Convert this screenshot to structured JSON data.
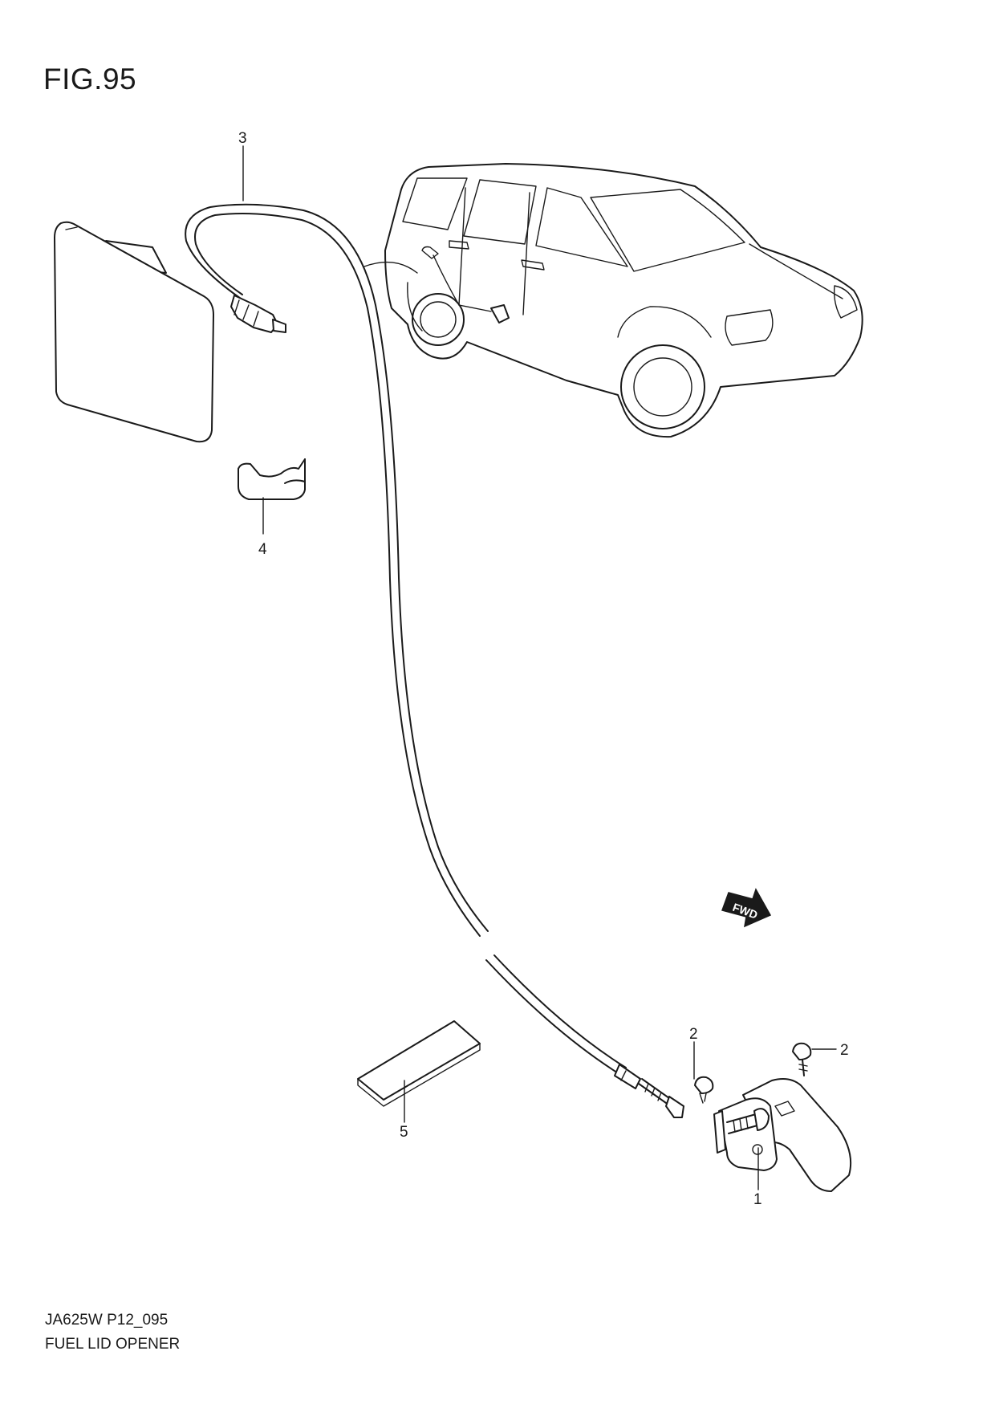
{
  "figure": {
    "title": "FIG.95",
    "code": "JA625W P12_095",
    "name": "FUEL LID OPENER"
  },
  "callouts": [
    {
      "id": "c1",
      "label": "1"
    },
    {
      "id": "c2a",
      "label": "2"
    },
    {
      "id": "c2b",
      "label": "2"
    },
    {
      "id": "c3",
      "label": "3"
    },
    {
      "id": "c4",
      "label": "4"
    },
    {
      "id": "c5",
      "label": "5"
    }
  ],
  "direction_arrow": {
    "label": "FWD"
  }
}
